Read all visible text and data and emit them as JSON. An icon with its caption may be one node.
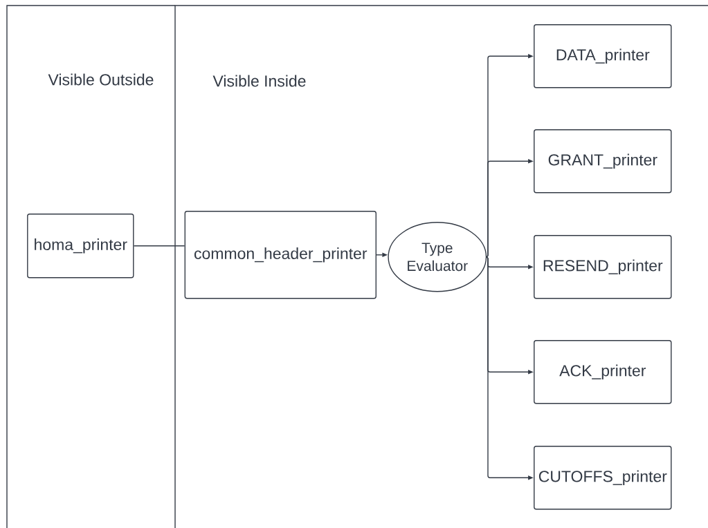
{
  "diagram": {
    "nodes": [
      {
        "text": [
          "Visible Outside"
        ]
      },
      {
        "text": [
          "Visible Inside"
        ]
      },
      {
        "text": [
          "homa_printer"
        ],
        "in": 0
      },
      {
        "text": [
          "common_header_printer"
        ],
        "in": 1
      },
      {
        "text": [
          "Type Evaluator"
        ],
        "in": 1
      },
      {
        "text": [
          "DATA_printer"
        ],
        "in": 1
      },
      {
        "text": [
          "GRANT_printer"
        ],
        "in": 1
      },
      {
        "text": [
          "RESEND_printer"
        ],
        "in": 1
      },
      {
        "text": [
          "ACK_printer"
        ],
        "in": 1
      },
      {
        "text": [
          "CUTOFFS_printer"
        ],
        "in": 1
      }
    ],
    "edges": [
      {
        "from": 2,
        "to": 3,
        "arrow": "none"
      },
      {
        "from": 3,
        "to": 4,
        "arrow": "to"
      },
      {
        "from": 4,
        "to": 5,
        "arrow": "to"
      },
      {
        "from": 4,
        "to": 6,
        "arrow": "to"
      },
      {
        "from": 4,
        "to": 7,
        "arrow": "to"
      },
      {
        "from": 4,
        "to": 8,
        "arrow": "to"
      },
      {
        "from": 4,
        "to": 9,
        "arrow": "to"
      }
    ]
  }
}
